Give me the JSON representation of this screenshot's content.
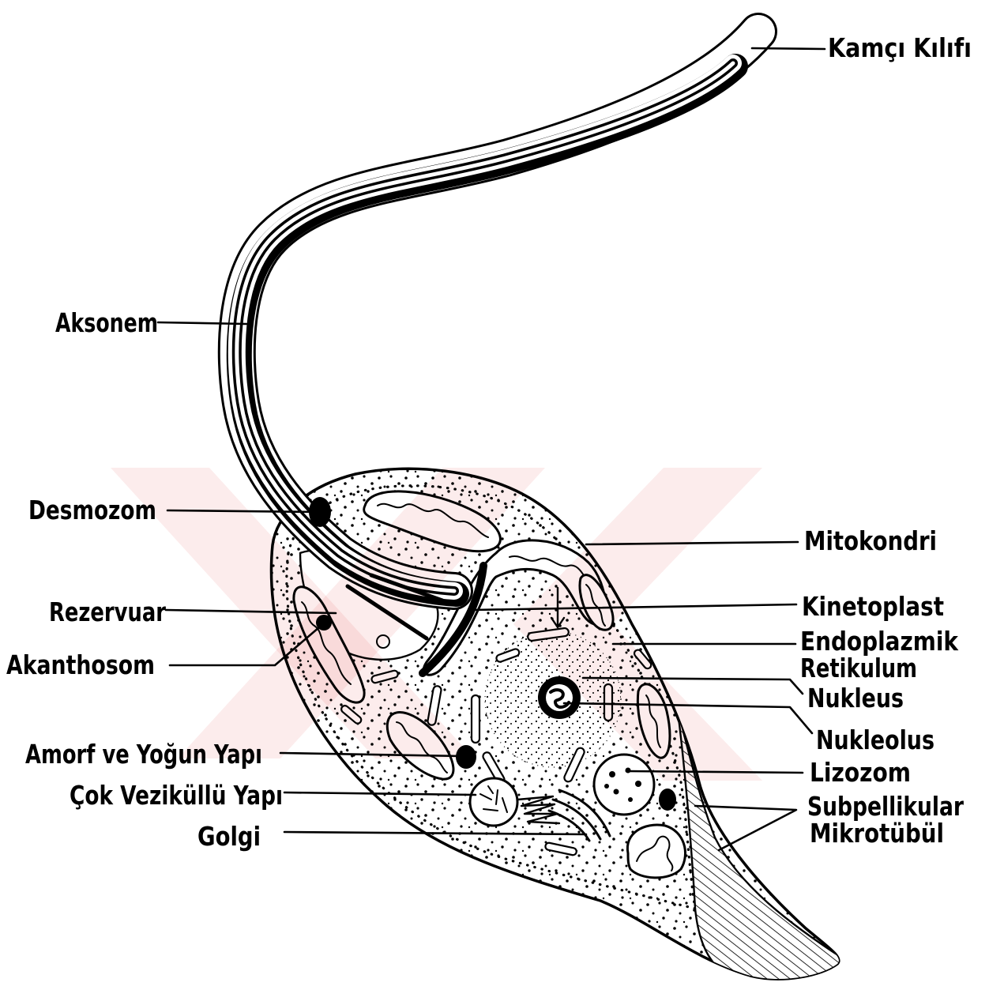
{
  "labels": {
    "flagellar_sheath": "Kamçı Kılıfı",
    "axoneme": "Aksonem",
    "desmosome": "Desmozom",
    "mitochondrion": "Mitokondri",
    "reservoir": "Rezervuar",
    "kinetoplast": "Kinetoplast",
    "acanthosome": "Akanthosom",
    "endoplasmic_reticulum": [
      "Endoplazmik",
      "Retikulum"
    ],
    "nucleus": "Nukleus",
    "nucleolus": "Nukleolus",
    "amorphous_dense_body": "Amorf ve Yoğun Yapı",
    "lysosome": "Lizozom",
    "multivesicular_body": "Çok Veziküllü Yapı",
    "subpellicular_microtubule": [
      "Subpellikular",
      "Mikrotübül"
    ],
    "golgi": "Golgi"
  },
  "colors": {
    "ink": "#000000",
    "paper": "#ffffff",
    "watermark": "#f2a9a9"
  }
}
